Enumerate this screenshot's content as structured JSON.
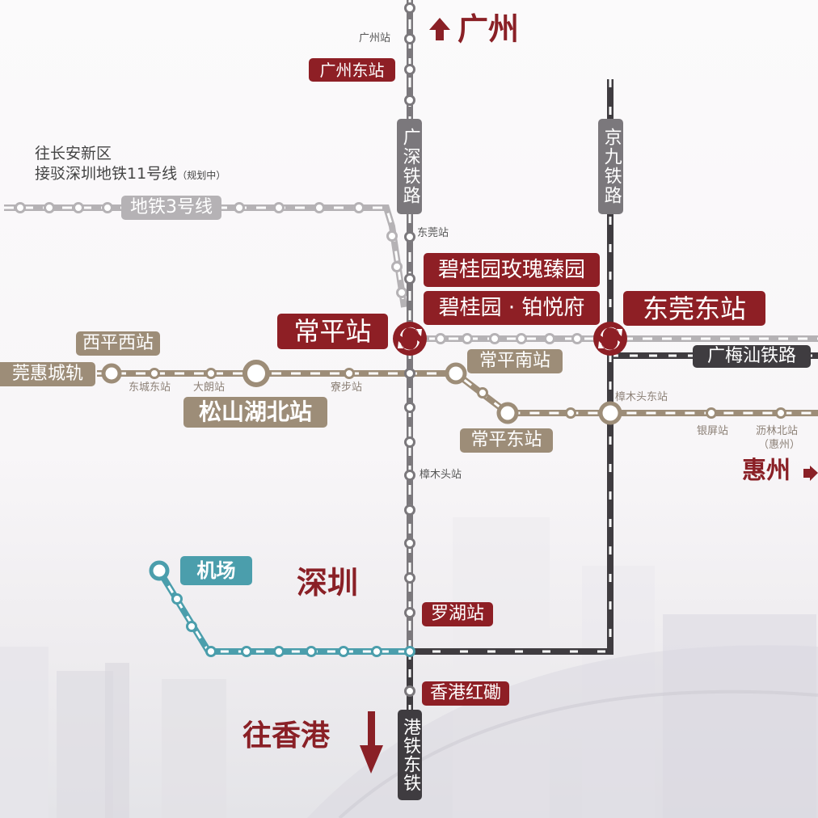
{
  "colors": {
    "accent_red": "#8e1f25",
    "tan_line": "#9d8d78",
    "gray_line": "#7b787c",
    "dark_line": "#3f3c40",
    "teal_line": "#4b9eac",
    "metro3_line": "#b5b2b5"
  },
  "directions": {
    "guangzhou": "广州",
    "huizhou": "惠州",
    "to_hongkong": "往香港",
    "shenzhen": "深圳"
  },
  "note": {
    "line1": "往长安新区",
    "line2": "接驳深圳地铁11号线",
    "line2_suffix": "（规划中）"
  },
  "lines": {
    "guangshen": "广深铁路",
    "jingjiu": "京九铁路",
    "metro3": "地铁3号线",
    "guanhui": "莞惠城轨",
    "guangmeishan": "广梅汕铁路",
    "airport": "机场",
    "mtr_east": "港铁东铁"
  },
  "projects": {
    "p1": "碧桂园玫瑰臻园",
    "p2": "碧桂园 · 铂悦府"
  },
  "stations": {
    "guangzhou": "广州站",
    "guangzhou_east": "广州东站",
    "dongguan": "东莞站",
    "changping": "常平站",
    "dongguan_east": "东莞东站",
    "xipingxi": "西平西站",
    "dongchengdong": "东城东站",
    "dalang": "大朗站",
    "songshanhu_north": "松山湖北站",
    "liaobu": "寮步站",
    "changping_south": "常平南站",
    "changping_east": "常平东站",
    "zhangmutou_east": "樟木头东站",
    "yinping": "银屏站",
    "lilin_north": "沥林北站",
    "lilin_north_sub": "（惠州）",
    "zhangmutou": "樟木头站",
    "luohu": "罗湖站",
    "hung_hom": "香港红磡"
  }
}
